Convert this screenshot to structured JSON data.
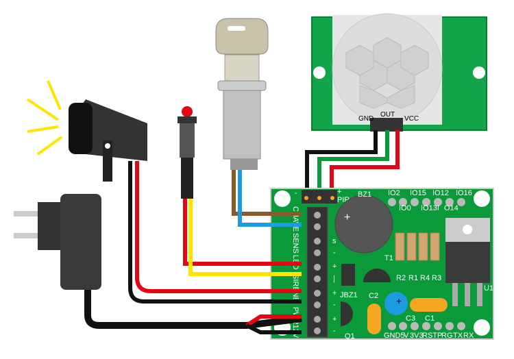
{
  "pir_module": {
    "pins": [
      "GND",
      "OUT",
      "VCC"
    ]
  },
  "board": {
    "connectors": {
      "pir": "PIR",
      "minus": "-",
      "plus": "+"
    },
    "terminal_labels": [
      "CHAVE",
      "SENS",
      "LED",
      "SIRENE",
      "PWR12V"
    ],
    "terminal_polarity": [
      "s",
      "-",
      "+",
      "|",
      "+",
      "-",
      "+",
      "-"
    ],
    "components": {
      "buzzer": "BZ1",
      "transistor1": "T1",
      "jumper": "JBZ1",
      "transistor2": "Q1",
      "cap2": "C2",
      "cap3": "C3",
      "cap1": "C1",
      "regulator": "U1"
    },
    "resistors": [
      "R2",
      "R1",
      "R4",
      "R3"
    ],
    "top_pins": [
      "IO2",
      "IO15",
      "IO12",
      "IO16"
    ],
    "top_pins_lower": [
      "IO0",
      "IO13I",
      "O14"
    ],
    "bottom_pins": [
      "GND5",
      "V",
      "3V3",
      "RSTP",
      "RG",
      "TX",
      "RX"
    ]
  },
  "colors": {
    "pcb": "#0a9a3a",
    "wire_red": "#e30613",
    "wire_black": "#111111",
    "wire_yellow": "#ffe500",
    "wire_brown": "#8b5a2b",
    "wire_blue": "#1b9be0",
    "wire_green": "#0a9a3a"
  }
}
